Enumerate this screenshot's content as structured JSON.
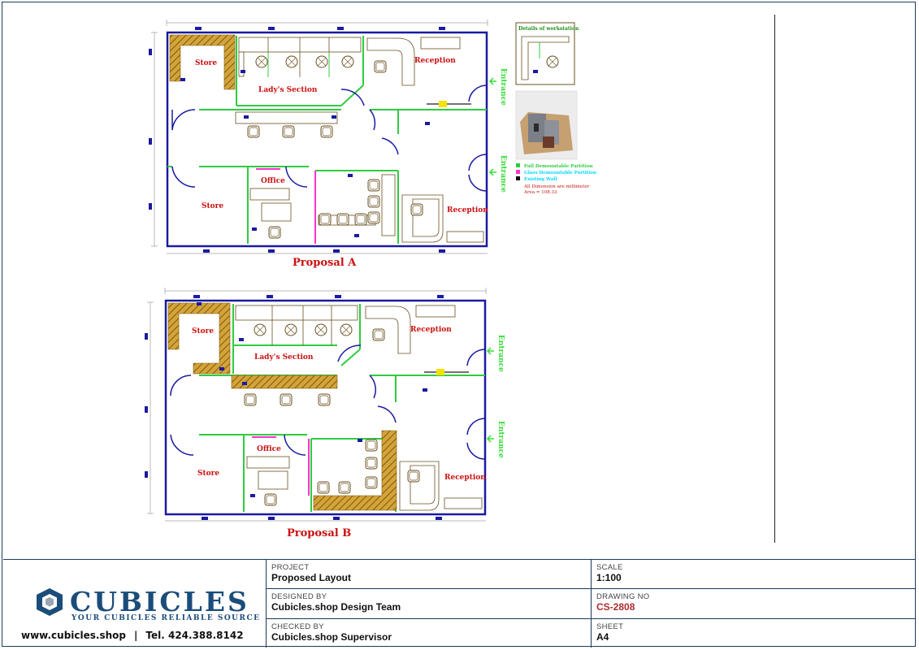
{
  "proposals": {
    "a_caption": "Proposal A",
    "b_caption": "Proposal B"
  },
  "rooms": {
    "store": "Store",
    "ladies_section": "Lady's Section",
    "reception": "Reception",
    "office": "Office",
    "entrance": "Entrance"
  },
  "detail_box": {
    "title": "Details of workstation"
  },
  "legend": {
    "items": [
      {
        "label": "Full Demountable Partition",
        "color": "#2ecc40"
      },
      {
        "label": "Glass Demountable Partition",
        "color": "#00d8ff"
      },
      {
        "label": "Existing Wall",
        "color": "#111111"
      }
    ],
    "note": "All Dimension are millimeter",
    "area": "Area = 108.33"
  },
  "title_block": {
    "brand": "CUBICLES",
    "tagline": "YOUR CUBICLES RELIABLE SOURCE",
    "website": "www.cubicles.shop",
    "phone": "Tel. 424.388.8142",
    "project_label": "PROJECT",
    "project": "Proposed Layout",
    "scale_label": "SCALE",
    "scale": "1:100",
    "designed_label": "DESIGNED BY",
    "designed": "Cubicles.shop Design Team",
    "drawing_label": "DRAWING NO",
    "drawing_no": "CS-2808",
    "checked_label": "CHECKED BY",
    "checked": "Cubicles.shop Supervisor",
    "sheet_label": "SHEET",
    "sheet": "A4"
  },
  "colors": {
    "partition": "#2ecc40",
    "wall": "#1a1aa0",
    "furniture": "#c8a040",
    "room_text": "#cc1111",
    "entrance_text": "#33dd33",
    "brand": "#1b4d7a"
  }
}
